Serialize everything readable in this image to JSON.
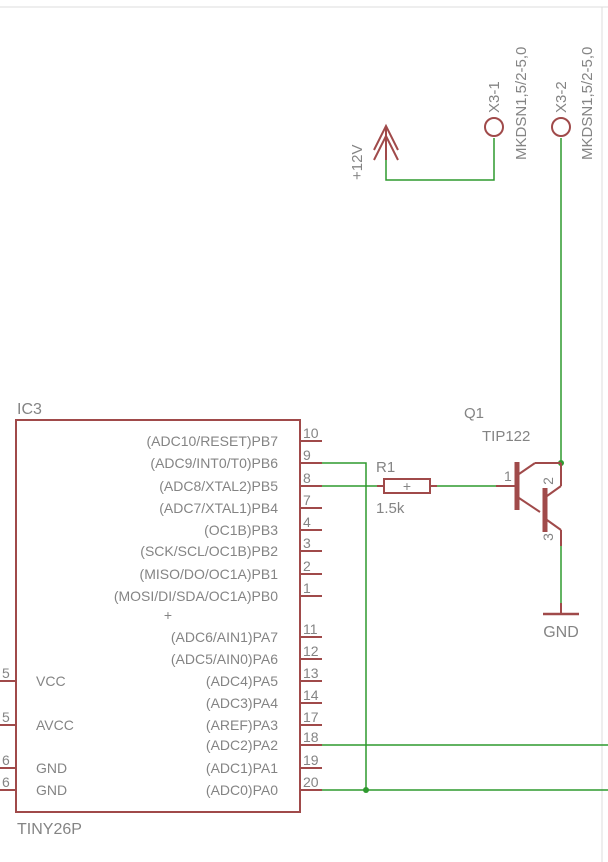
{
  "colors": {
    "part": "#a04a4a",
    "wire": "#2f9a2f",
    "text": "#848484",
    "frame": "#dcdcdc"
  },
  "ic": {
    "name": "IC3",
    "value": "TINY26P",
    "center_mark": "+",
    "pins_right": [
      {
        "num": "10",
        "label": "(ADC10/RESET)PB7"
      },
      {
        "num": "9",
        "label": "(ADC9/INT0/T0)PB6"
      },
      {
        "num": "8",
        "label": "(ADC8/XTAL2)PB5"
      },
      {
        "num": "7",
        "label": "(ADC7/XTAL1)PB4"
      },
      {
        "num": "4",
        "label": "(OC1B)PB3"
      },
      {
        "num": "3",
        "label": "(SCK/SCL/OC1B)PB2"
      },
      {
        "num": "2",
        "label": "(MISO/DO/OC1A)PB1"
      },
      {
        "num": "1",
        "label": "(MOSI/DI/SDA/OC1A)PB0"
      },
      {
        "num": "11",
        "label": "(ADC6/AIN1)PA7"
      },
      {
        "num": "12",
        "label": "(ADC5/AIN0)PA6"
      },
      {
        "num": "13",
        "label": "(ADC4)PA5"
      },
      {
        "num": "14",
        "label": "(ADC3)PA4"
      },
      {
        "num": "17",
        "label": "(AREF)PA3"
      },
      {
        "num": "18",
        "label": "(ADC2)PA2"
      },
      {
        "num": "19",
        "label": "(ADC1)PA1"
      },
      {
        "num": "20",
        "label": "(ADC0)PA0"
      }
    ],
    "pins_left": [
      {
        "num": "5",
        "label": "VCC"
      },
      {
        "num": "5",
        "label": "AVCC"
      },
      {
        "num": "6",
        "label": "GND"
      },
      {
        "num": "6",
        "label": "GND"
      }
    ]
  },
  "resistor": {
    "name": "R1",
    "value": "1.5k",
    "mark": "+"
  },
  "transistor": {
    "name": "Q1",
    "value": "TIP122",
    "pin_base": "1",
    "pin_collector": "2",
    "pin_emitter": "3"
  },
  "supply": {
    "label": "+12V"
  },
  "ground": {
    "label": "GND"
  },
  "connectors": [
    {
      "name": "X3-1",
      "value": "MKDSN1,5/2-5,0"
    },
    {
      "name": "X3-2",
      "value": "MKDSN1,5/2-5,0"
    }
  ]
}
